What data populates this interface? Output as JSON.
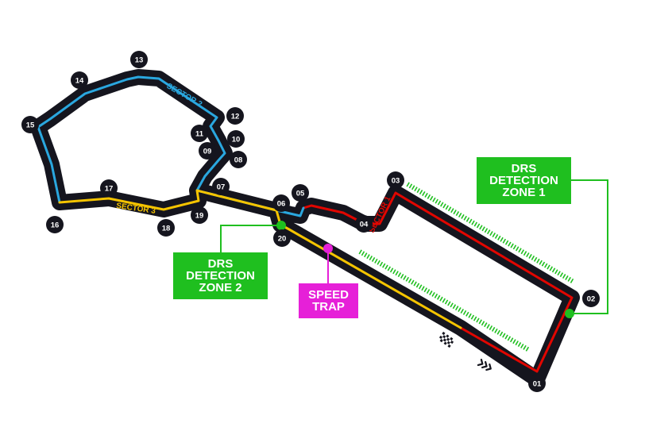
{
  "colors": {
    "track": "#15151e",
    "sector1": "#e10600",
    "sector2": "#2aa7df",
    "sector3": "#f5c400",
    "drs": "#1fbf1f",
    "speed_trap": "#e620d8",
    "label_text": "#ffffff"
  },
  "sectors": {
    "s1": "SECTOR 1",
    "s2": "SECTOR 2",
    "s3": "SECTOR 3"
  },
  "turns": [
    "01",
    "02",
    "03",
    "04",
    "05",
    "06",
    "07",
    "08",
    "09",
    "10",
    "11",
    "12",
    "13",
    "14",
    "15",
    "16",
    "17",
    "18",
    "19",
    "20"
  ],
  "drs_zone_1": [
    "DRS",
    "DETECTION",
    "ZONE 1"
  ],
  "drs_zone_2": [
    "DRS",
    "DETECTION",
    "ZONE 2"
  ],
  "speed_trap": [
    "SPEED",
    "TRAP"
  ],
  "icons": {
    "finish": "checkered-flag-icon",
    "direction": "race-direction-chevrons-icon"
  }
}
